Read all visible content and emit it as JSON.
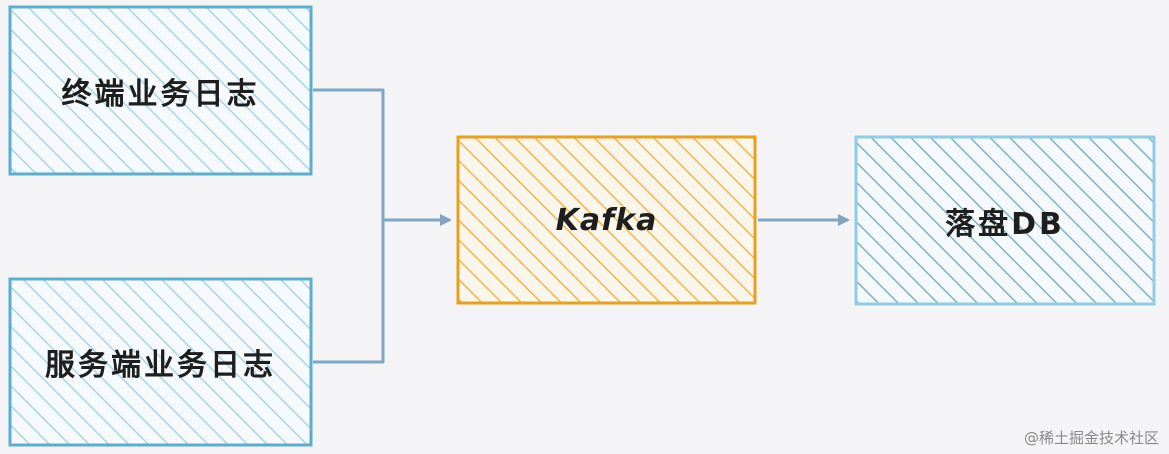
{
  "nodes": {
    "terminal_log": "终端业务日志",
    "server_log": "服务端业务日志",
    "kafka": "Kafka",
    "db": "落盘DB"
  },
  "watermark": "@稀土掘金技术社区",
  "colors": {
    "background": "#f4f4f7",
    "source_stroke": "#5aaed0",
    "source_hatch": "#a9d6e5",
    "kafka_stroke": "#e8a11c",
    "kafka_hatch": "#f2b64a",
    "db_stroke": "#8ecde3",
    "db_hatch": "#7fb3c6",
    "connector": "#7fa6c2"
  }
}
